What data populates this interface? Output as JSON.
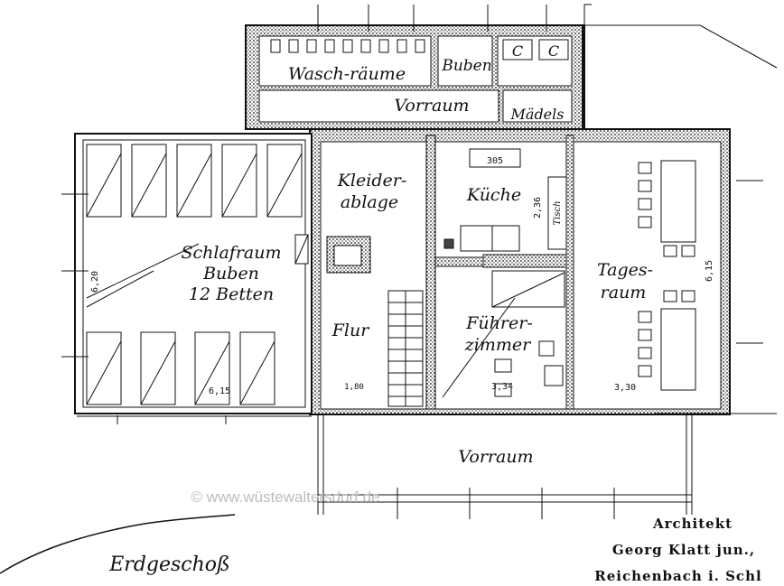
{
  "labels": {
    "waschraeume": "Wasch-räume",
    "buben_top": "Buben",
    "vorraum_top": "Vorraum",
    "maedels": "Mädels",
    "kleider_1": "Kleider-",
    "kleider_2": "ablage",
    "kueche": "Küche",
    "schlafraum_1": "Schlafraum",
    "schlafraum_2": "Buben",
    "schlafraum_3": "12 Betten",
    "flur": "Flur",
    "fuehrer_1": "Führer-",
    "fuehrer_2": "zimmer",
    "tages_1": "Tages-",
    "tages_2": "raum",
    "vorraum_bottom": "Vorraum",
    "erdgeschoss": "Erdgeschoß"
  },
  "dimensions": {
    "kitchen_stove": "305",
    "kitchen_wall": "2,36",
    "table": "Tisch",
    "schlaf_left": "6,20",
    "schlaf_bottom": "6,15",
    "fuehrer_bottom": "3,34",
    "tages_side": "6,15",
    "tages_bottom": "3,30",
    "stair": "1,80"
  },
  "architect": {
    "line1": "Architekt",
    "line2": "Georg Klatt jun.,",
    "line3": "Reichenbach i. Schl"
  },
  "watermark": "© www.wüstewaltersdorf.de"
}
